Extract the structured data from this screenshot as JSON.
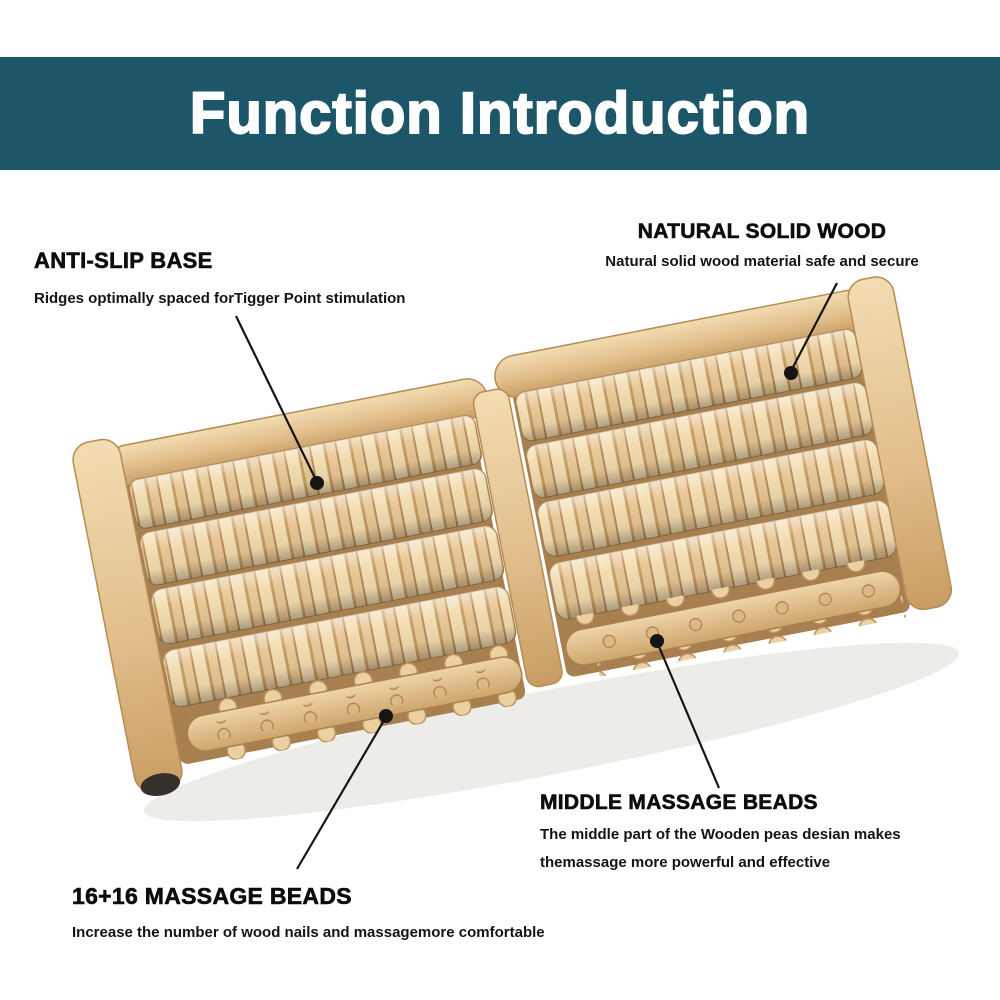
{
  "header": {
    "title": "Function Introduction",
    "bg_color": "#1c5668",
    "text_color": "#ffffff"
  },
  "callouts": [
    {
      "id": "natural-solid-wood",
      "title": "NATURAL SOLID WOOD",
      "description": "Natural solid wood material safe and secure"
    },
    {
      "id": "anti-slip-base",
      "title": "ANTI-SLIP BASE",
      "description": "Ridges optimally spaced forTigger Point stimulation"
    },
    {
      "id": "middle-massage-beads",
      "title": "MIDDLE MASSAGE BEADS",
      "description_line1": "The middle part of the Wooden peas desian makes",
      "description_line2": "themassage more powerful and effective"
    },
    {
      "id": "16-16-massage-beads",
      "title": "16+16 MASSAGE BEADS",
      "description": "Increase the number of wood nails and massagemore comfortable"
    }
  ],
  "product": {
    "type": "wooden-foot-massage-roller",
    "wood_color": "#e9c795",
    "wood_light": "#f3dcb0",
    "wood_dark": "#c69c63",
    "callout_marker_color": "#151515"
  }
}
